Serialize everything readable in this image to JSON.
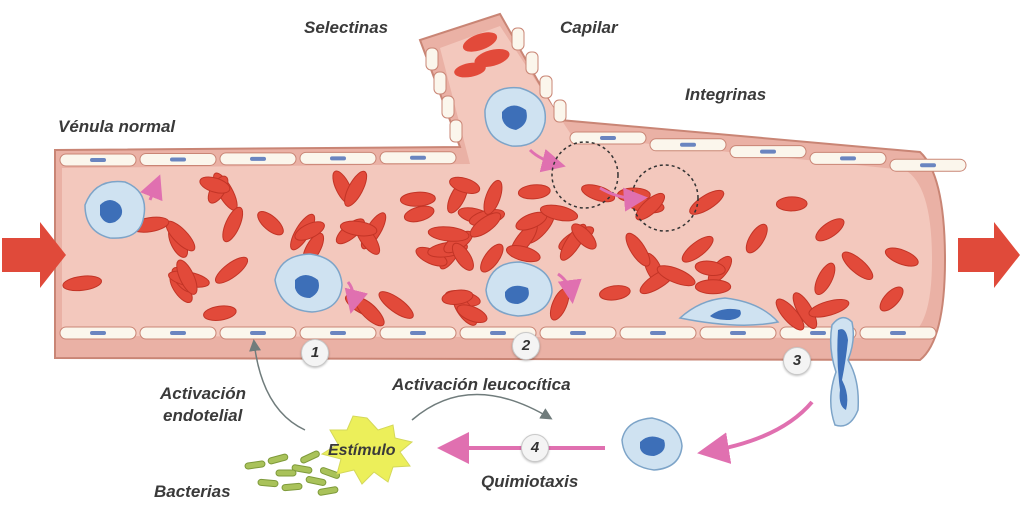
{
  "labels": {
    "selectinas": "Selectinas",
    "capilar": "Capilar",
    "integrinas": "Integrinas",
    "venula_normal": "Vénula normal",
    "activacion_endotelial_line1": "Activación",
    "activacion_endotelial_line2": "endotelial",
    "activacion_leucocitica": "Activación leucocítica",
    "estimulo": "Estímulo",
    "bacterias": "Bacterias",
    "quimiotaxis": "Quimiotaxis"
  },
  "steps": [
    "1",
    "2",
    "3",
    "4"
  ],
  "colors": {
    "vessel_lumen": "#f3c8bd",
    "vessel_wall": "#eab1a5",
    "endothelium": "#fbf6ec",
    "red_cell": "#e24a3a",
    "leukocyte": "#cfe2f1",
    "leukocyte_nucleus": "#3d6fb8",
    "flow_arrow": "#e04a3a",
    "migration_arrow": "#e070b0",
    "stimulus": "#ecef5a",
    "bacteria": "#a9c25a"
  },
  "icons": {
    "flow_in": "right-arrow-icon",
    "flow_out": "right-arrow-icon"
  }
}
